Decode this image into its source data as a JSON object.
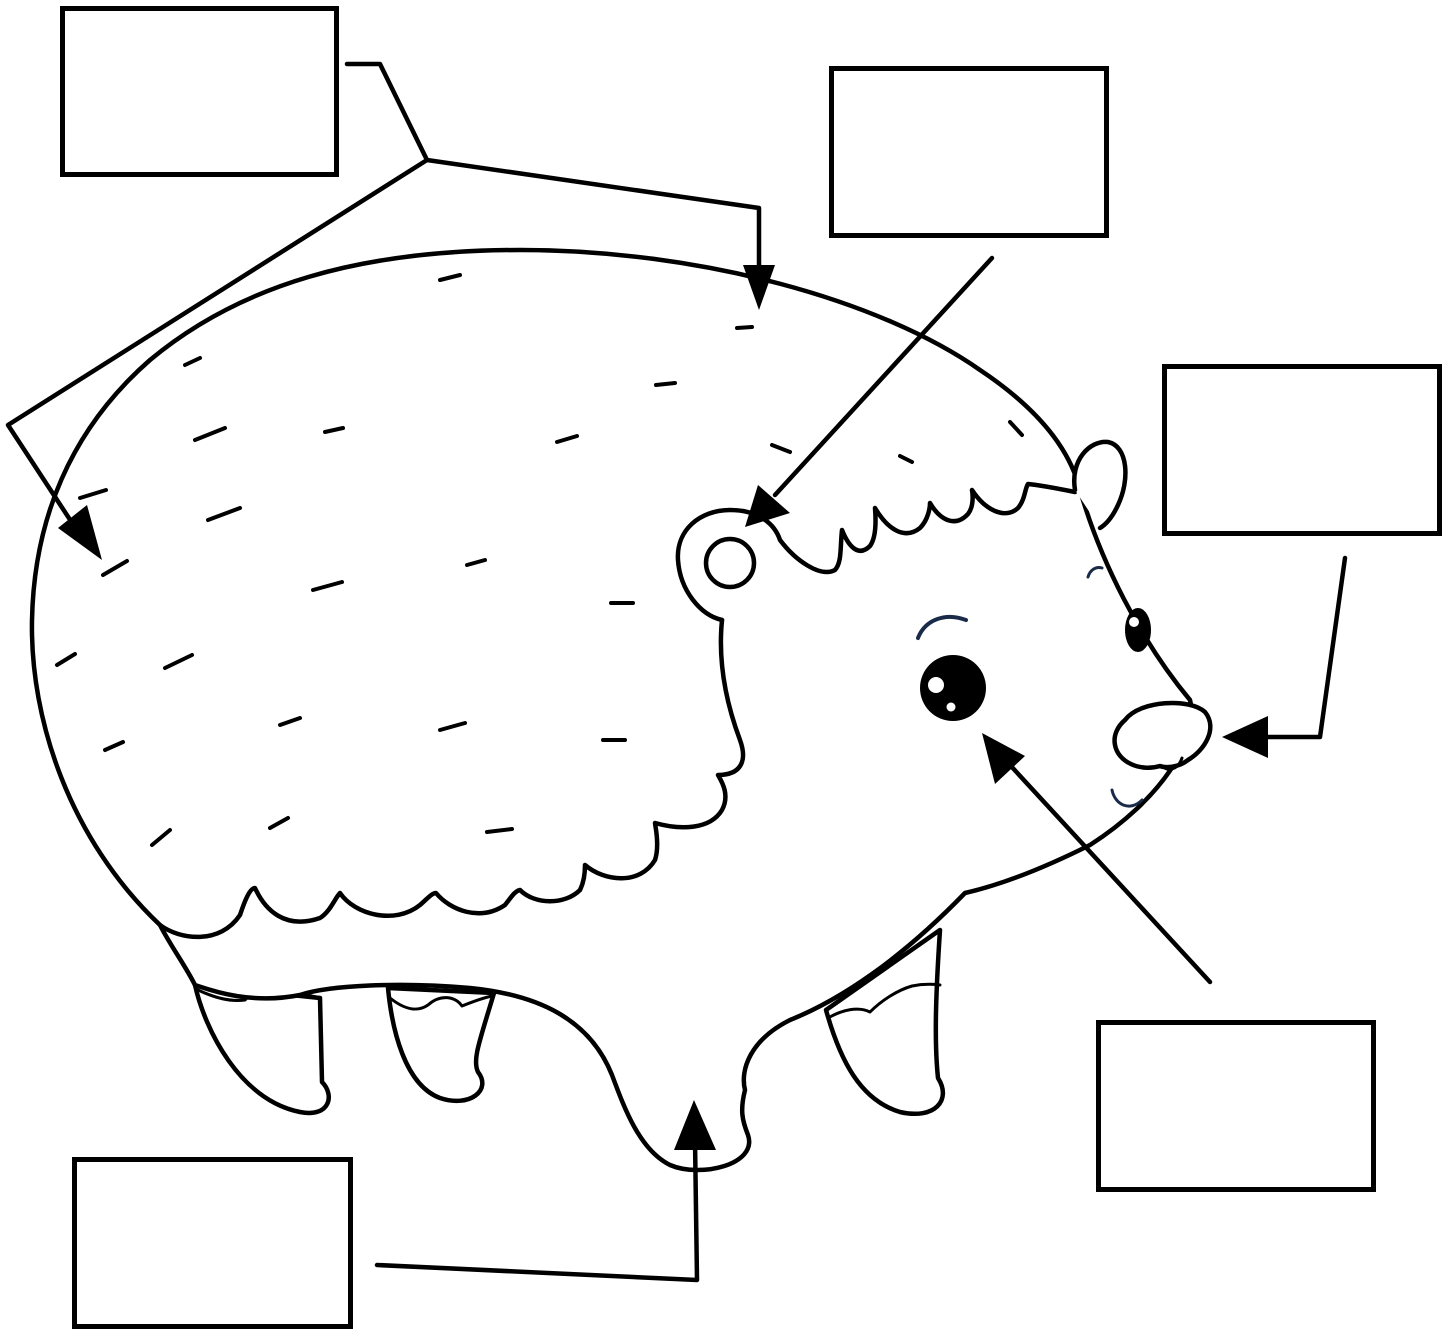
{
  "diagram": {
    "kind": "label-the-parts worksheet",
    "subject_icon": "hedgehog-icon",
    "colors": {
      "line": "#000000",
      "background": "#ffffff",
      "eyebrow": "#1a2b4a"
    },
    "label_boxes": [
      {
        "id": "top-left",
        "text": ""
      },
      {
        "id": "top-center",
        "text": ""
      },
      {
        "id": "right",
        "text": ""
      },
      {
        "id": "bottom-right",
        "text": ""
      },
      {
        "id": "bottom-left",
        "text": ""
      }
    ]
  }
}
